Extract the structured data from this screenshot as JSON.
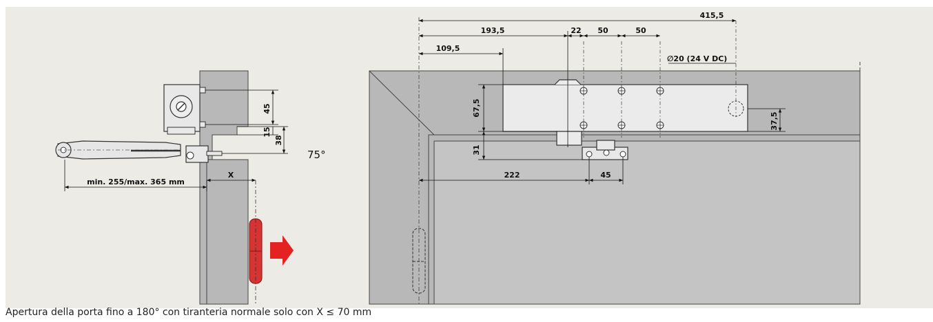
{
  "colors": {
    "panel_bg": "#ecebe6",
    "wall": "#b8b8b8",
    "metal": "#e8e8e8",
    "outline": "#333333",
    "hinge_red": "#d63333",
    "arrow_red": "#e52222"
  },
  "side_view": {
    "dims": {
      "d45": "45",
      "d15": "15",
      "d38": "38",
      "minmax": "min. 255/max. 365 mm",
      "x": "X"
    },
    "angle": "75°"
  },
  "front_view": {
    "dims": {
      "d415": "415,5",
      "d193": "193,5",
      "d109": "109,5",
      "d22": "22",
      "d50a": "50",
      "d50b": "50",
      "d20": "∅20 (24 V DC)",
      "d67": "67,5",
      "d31": "31",
      "d37": "37,5",
      "d222": "222",
      "d45": "45"
    }
  },
  "caption": "Apertura della porta fino a 180° con tiranteria normale solo con X ≤ 70 mm"
}
